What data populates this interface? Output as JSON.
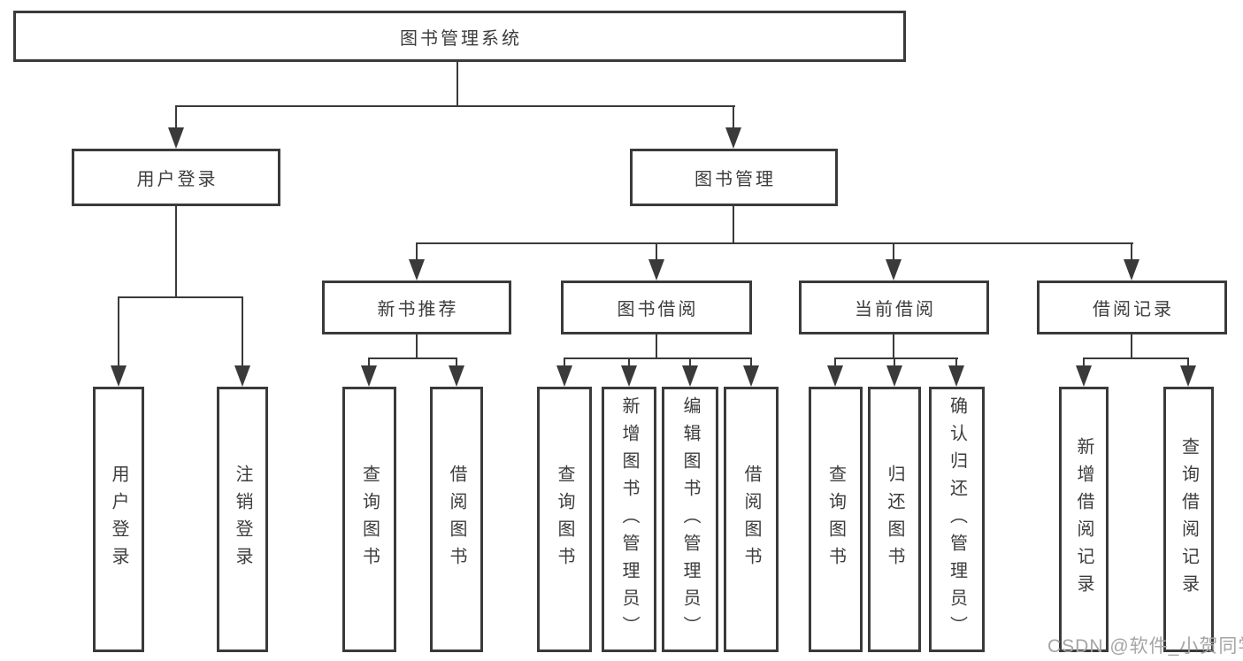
{
  "diagram": {
    "root": {
      "label": "图书管理系统"
    },
    "level2": [
      {
        "label": "用户登录"
      },
      {
        "label": "图书管理"
      }
    ],
    "level3": [
      {
        "label": "新书推荐",
        "parent": "图书管理"
      },
      {
        "label": "图书借阅",
        "parent": "图书管理"
      },
      {
        "label": "当前借阅",
        "parent": "图书管理"
      },
      {
        "label": "借阅记录",
        "parent": "图书管理"
      }
    ],
    "leaves": [
      {
        "label": "用户登录",
        "parent": "用户登录"
      },
      {
        "label": "注销登录",
        "parent": "用户登录"
      },
      {
        "label": "查询图书",
        "parent": "新书推荐"
      },
      {
        "label": "借阅图书",
        "parent": "新书推荐"
      },
      {
        "label": "查询图书",
        "parent": "图书借阅"
      },
      {
        "label": "新增图书（管理员）",
        "parent": "图书借阅"
      },
      {
        "label": "编辑图书（管理员）",
        "parent": "图书借阅"
      },
      {
        "label": "借阅图书",
        "parent": "图书借阅"
      },
      {
        "label": "查询图书",
        "parent": "当前借阅"
      },
      {
        "label": "归还图书",
        "parent": "当前借阅"
      },
      {
        "label": "确认归还（管理员）",
        "parent": "当前借阅"
      },
      {
        "label": "新增借阅记录",
        "parent": "借阅记录"
      },
      {
        "label": "查询借阅记录",
        "parent": "借阅记录"
      }
    ]
  },
  "watermark": {
    "text": "CSDN @软件_小贺同学"
  },
  "colors": {
    "line": "#3a3a3a",
    "text": "#3d3d3d",
    "watermark": "#a5a5a5",
    "background": "#ffffff"
  }
}
